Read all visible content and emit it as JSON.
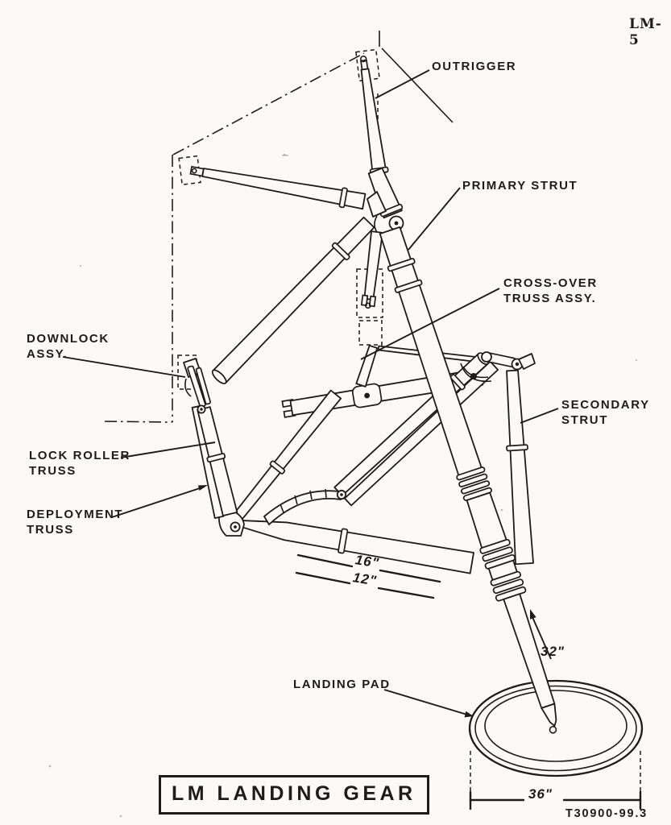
{
  "page": {
    "doc_ref": "LM-5",
    "figure_ref": "T30900-99.3",
    "title": "LM LANDING GEAR"
  },
  "labels": {
    "outrigger": "OUTRIGGER",
    "primary_strut": "PRIMARY STRUT",
    "crossover_truss": "CROSS-OVER\nTRUSS ASSY.",
    "downlock": "DOWNLOCK\nASSY.",
    "secondary_strut": "SECONDARY\nSTRUT",
    "lock_roller_truss": "LOCK ROLLER\nTRUSS",
    "deployment_truss": "DEPLOYMENT\nTRUSS",
    "landing_pad": "LANDING PAD"
  },
  "dimensions": {
    "truss_upper": "16\"",
    "truss_lower": "12\"",
    "primary_strut_stroke": "32\"",
    "pad_diameter": "36\""
  },
  "colors": {
    "ink": "#1d1c1a",
    "paper": "#fbfaf6"
  }
}
